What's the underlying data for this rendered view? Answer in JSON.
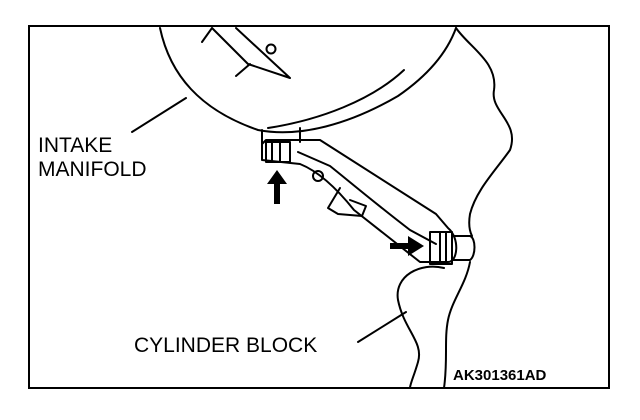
{
  "labels": {
    "intake_line1": "INTAKE",
    "intake_line2": "MANIFOLD",
    "cylinder_block": "CYLINDER BLOCK",
    "figure_code": "AK301361AD"
  },
  "colors": {
    "ink": "#000000",
    "paper": "#ffffff"
  }
}
